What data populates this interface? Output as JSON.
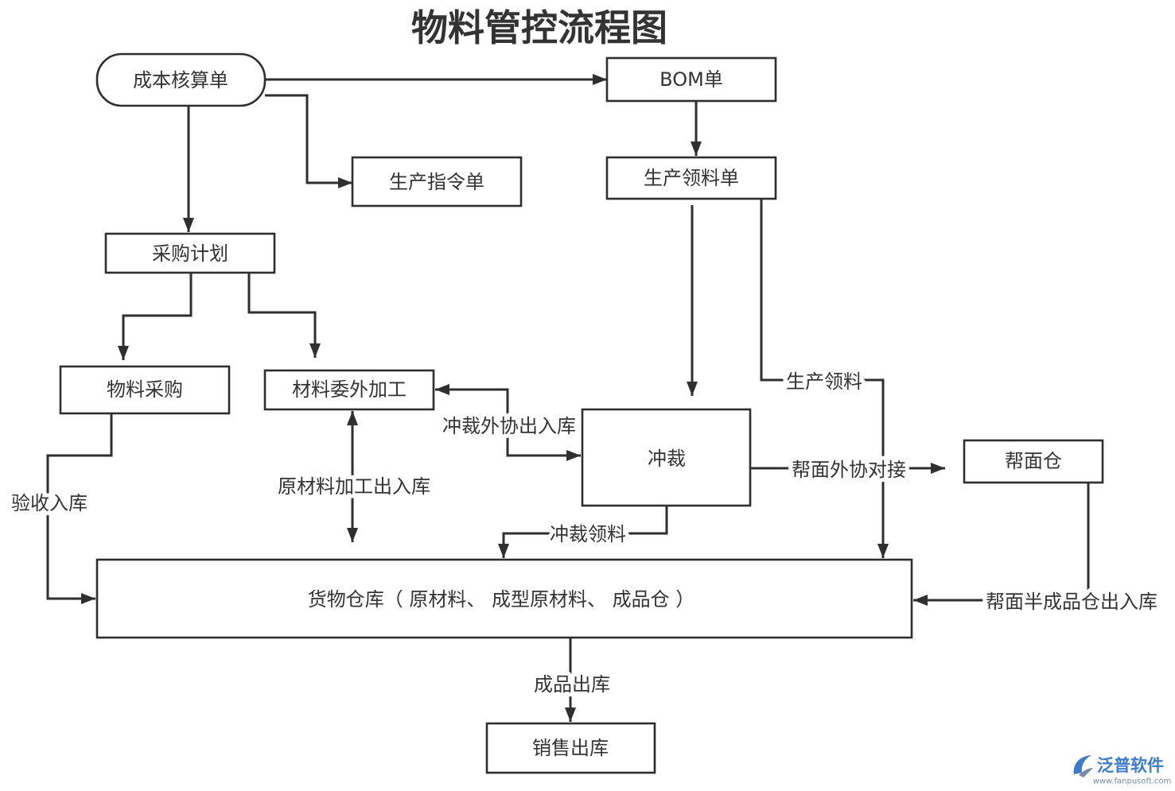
{
  "title": "物料管控流程图",
  "nodes": {
    "cost_accounting": "成本核算单",
    "bom": "BOM单",
    "production_order": "生产指令单",
    "production_requisition": "生产领料单",
    "purchase_plan": "采购计划",
    "material_purchase": "物料采购",
    "outsourced_processing": "材料委外加工",
    "punching": "冲裁",
    "upper_warehouse": "帮面仓",
    "goods_warehouse": "货物仓库（ 原材料、 成型原材料、 成品仓 ）",
    "sales_outbound": "销售出库"
  },
  "edges": {
    "inspection_inbound": "验收入库",
    "punching_outsource_io": "冲裁外协出入库",
    "raw_material_processing_io": "原材料加工出入库",
    "production_requisition": "生产领料",
    "upper_outsource_docking": "帮面外协对接",
    "punching_requisition": "冲裁领料",
    "upper_semi_finished_io": "帮面半成品仓出入库",
    "finished_outbound": "成品出库"
  },
  "watermark": {
    "brand": "泛普软件",
    "url": "www.fanpusoft.com",
    "icon": "fanpu-logo-icon"
  },
  "colors": {
    "stroke": "#2f2f2f",
    "text": "#333333",
    "brand": "#3d7cc9",
    "brand_secondary": "#7a8ea8"
  }
}
